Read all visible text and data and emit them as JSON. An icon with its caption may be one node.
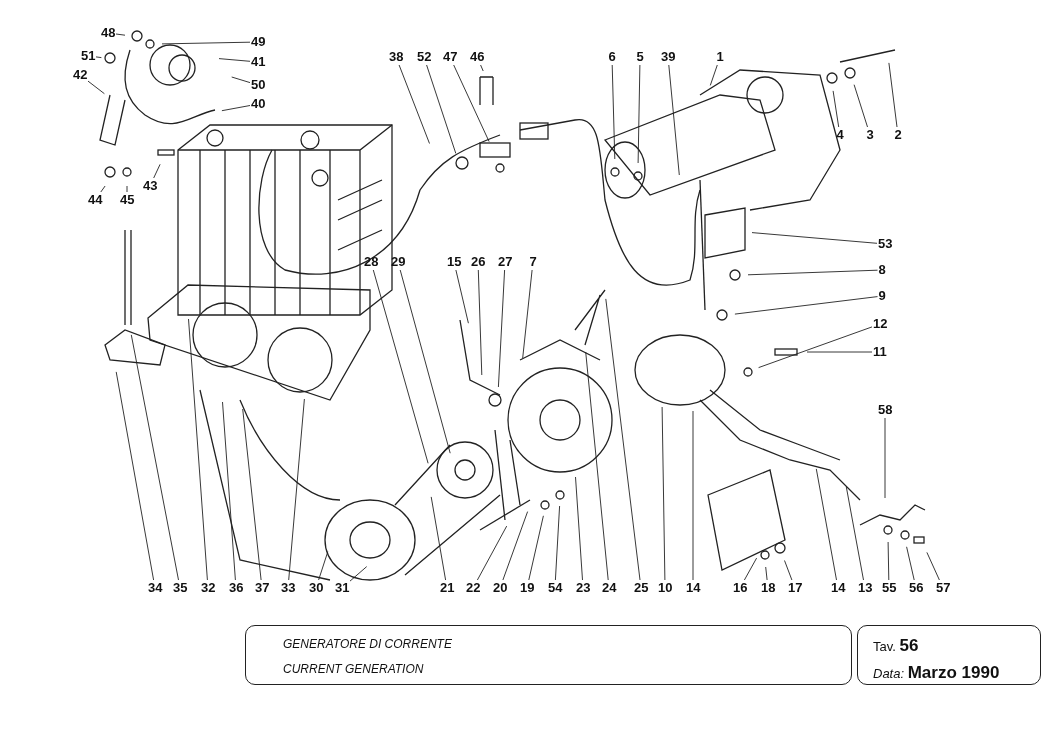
{
  "diagram": {
    "nodes": [
      {
        "text": [
          "48"
        ]
      },
      {
        "text": [
          "49"
        ]
      },
      {
        "text": [
          "51"
        ]
      },
      {
        "text": [
          "41"
        ]
      },
      {
        "text": [
          "42"
        ]
      },
      {
        "text": [
          "50"
        ]
      },
      {
        "text": [
          "40"
        ]
      },
      {
        "text": [
          "44"
        ]
      },
      {
        "text": [
          "45"
        ]
      },
      {
        "text": [
          "43"
        ]
      },
      {
        "text": [
          "38"
        ]
      },
      {
        "text": [
          "52"
        ]
      },
      {
        "text": [
          "47"
        ]
      },
      {
        "text": [
          "46"
        ]
      },
      {
        "text": [
          "6"
        ]
      },
      {
        "text": [
          "5"
        ]
      },
      {
        "text": [
          "39"
        ]
      },
      {
        "text": [
          "1"
        ]
      },
      {
        "text": [
          "4"
        ]
      },
      {
        "text": [
          "3"
        ]
      },
      {
        "text": [
          "2"
        ]
      },
      {
        "text": [
          "53"
        ]
      },
      {
        "text": [
          "8"
        ]
      },
      {
        "text": [
          "9"
        ]
      },
      {
        "text": [
          "12"
        ]
      },
      {
        "text": [
          "11"
        ]
      },
      {
        "text": [
          "28"
        ]
      },
      {
        "text": [
          "29"
        ]
      },
      {
        "text": [
          "15"
        ]
      },
      {
        "text": [
          "26"
        ]
      },
      {
        "text": [
          "27"
        ]
      },
      {
        "text": [
          "7"
        ]
      },
      {
        "text": [
          "58"
        ]
      },
      {
        "text": [
          "34"
        ]
      },
      {
        "text": [
          "35"
        ]
      },
      {
        "text": [
          "32"
        ]
      },
      {
        "text": [
          "36"
        ]
      },
      {
        "text": [
          "37"
        ]
      },
      {
        "text": [
          "33"
        ]
      },
      {
        "text": [
          "30"
        ]
      },
      {
        "text": [
          "31"
        ]
      },
      {
        "text": [
          "21"
        ]
      },
      {
        "text": [
          "22"
        ]
      },
      {
        "text": [
          "20"
        ]
      },
      {
        "text": [
          "19"
        ]
      },
      {
        "text": [
          "54"
        ]
      },
      {
        "text": [
          "23"
        ]
      },
      {
        "text": [
          "24"
        ]
      },
      {
        "text": [
          "25"
        ]
      },
      {
        "text": [
          "10"
        ]
      },
      {
        "text": [
          "14"
        ]
      },
      {
        "text": [
          "16"
        ]
      },
      {
        "text": [
          "18"
        ]
      },
      {
        "text": [
          "17"
        ]
      },
      {
        "text": [
          "14"
        ]
      },
      {
        "text": [
          "13"
        ]
      },
      {
        "text": [
          "55"
        ]
      },
      {
        "text": [
          "56"
        ]
      },
      {
        "text": [
          "57"
        ]
      }
    ],
    "edges": [
      {
        "from": 0,
        "to": null,
        "arrow": "none"
      },
      {
        "from": 1,
        "to": null,
        "arrow": "none"
      },
      {
        "from": 2,
        "to": null,
        "arrow": "none"
      },
      {
        "from": 3,
        "to": null,
        "arrow": "none"
      },
      {
        "from": 4,
        "to": null,
        "arrow": "none"
      },
      {
        "from": 5,
        "to": null,
        "arrow": "none"
      },
      {
        "from": 6,
        "to": null,
        "arrow": "none"
      },
      {
        "from": 7,
        "to": null,
        "arrow": "none"
      },
      {
        "from": 8,
        "to": null,
        "arrow": "none"
      },
      {
        "from": 9,
        "to": null,
        "arrow": "none"
      },
      {
        "from": 10,
        "to": null,
        "arrow": "none"
      },
      {
        "from": 11,
        "to": null,
        "arrow": "none"
      },
      {
        "from": 12,
        "to": null,
        "arrow": "none"
      },
      {
        "from": 13,
        "to": null,
        "arrow": "none"
      },
      {
        "from": 14,
        "to": null,
        "arrow": "none"
      },
      {
        "from": 15,
        "to": null,
        "arrow": "none"
      },
      {
        "from": 16,
        "to": null,
        "arrow": "none"
      },
      {
        "from": 17,
        "to": null,
        "arrow": "none"
      },
      {
        "from": 18,
        "to": null,
        "arrow": "none"
      },
      {
        "from": 19,
        "to": null,
        "arrow": "none"
      },
      {
        "from": 20,
        "to": null,
        "arrow": "none"
      },
      {
        "from": 21,
        "to": null,
        "arrow": "none"
      },
      {
        "from": 22,
        "to": null,
        "arrow": "none"
      },
      {
        "from": 23,
        "to": null,
        "arrow": "none"
      },
      {
        "from": 24,
        "to": null,
        "arrow": "none"
      },
      {
        "from": 25,
        "to": null,
        "arrow": "none"
      },
      {
        "from": 26,
        "to": null,
        "arrow": "none"
      },
      {
        "from": 27,
        "to": null,
        "arrow": "none"
      },
      {
        "from": 28,
        "to": null,
        "arrow": "none"
      },
      {
        "from": 29,
        "to": null,
        "arrow": "none"
      },
      {
        "from": 30,
        "to": null,
        "arrow": "none"
      },
      {
        "from": 31,
        "to": null,
        "arrow": "none"
      },
      {
        "from": 32,
        "to": null,
        "arrow": "none"
      },
      {
        "from": 33,
        "to": null,
        "arrow": "none"
      },
      {
        "from": 34,
        "to": null,
        "arrow": "none"
      },
      {
        "from": 35,
        "to": null,
        "arrow": "none"
      },
      {
        "from": 36,
        "to": null,
        "arrow": "none"
      },
      {
        "from": 37,
        "to": null,
        "arrow": "none"
      },
      {
        "from": 38,
        "to": null,
        "arrow": "none"
      },
      {
        "from": 39,
        "to": null,
        "arrow": "none"
      },
      {
        "from": 40,
        "to": null,
        "arrow": "none"
      },
      {
        "from": 41,
        "to": null,
        "arrow": "none"
      },
      {
        "from": 42,
        "to": null,
        "arrow": "none"
      },
      {
        "from": 43,
        "to": null,
        "arrow": "none"
      },
      {
        "from": 44,
        "to": null,
        "arrow": "none"
      },
      {
        "from": 45,
        "to": null,
        "arrow": "none"
      },
      {
        "from": 46,
        "to": null,
        "arrow": "none"
      },
      {
        "from": 47,
        "to": null,
        "arrow": "none"
      },
      {
        "from": 48,
        "to": null,
        "arrow": "none"
      },
      {
        "from": 49,
        "to": null,
        "arrow": "none"
      },
      {
        "from": 50,
        "to": null,
        "arrow": "none"
      },
      {
        "from": 51,
        "to": null,
        "arrow": "none"
      },
      {
        "from": 52,
        "to": null,
        "arrow": "none"
      },
      {
        "from": 53,
        "to": null,
        "arrow": "none"
      },
      {
        "from": 54,
        "to": null,
        "arrow": "none"
      },
      {
        "from": 55,
        "to": null,
        "arrow": "none"
      },
      {
        "from": 56,
        "to": null,
        "arrow": "none"
      },
      {
        "from": 57,
        "to": null,
        "arrow": "none"
      },
      {
        "from": 58,
        "to": null,
        "arrow": "none"
      }
    ],
    "labels": [
      "GENERATORE DI CORRENTE",
      "CURRENT GENERATION",
      "Tav. **56**",
      "*Data:* **Marzo 1990**"
    ]
  }
}
